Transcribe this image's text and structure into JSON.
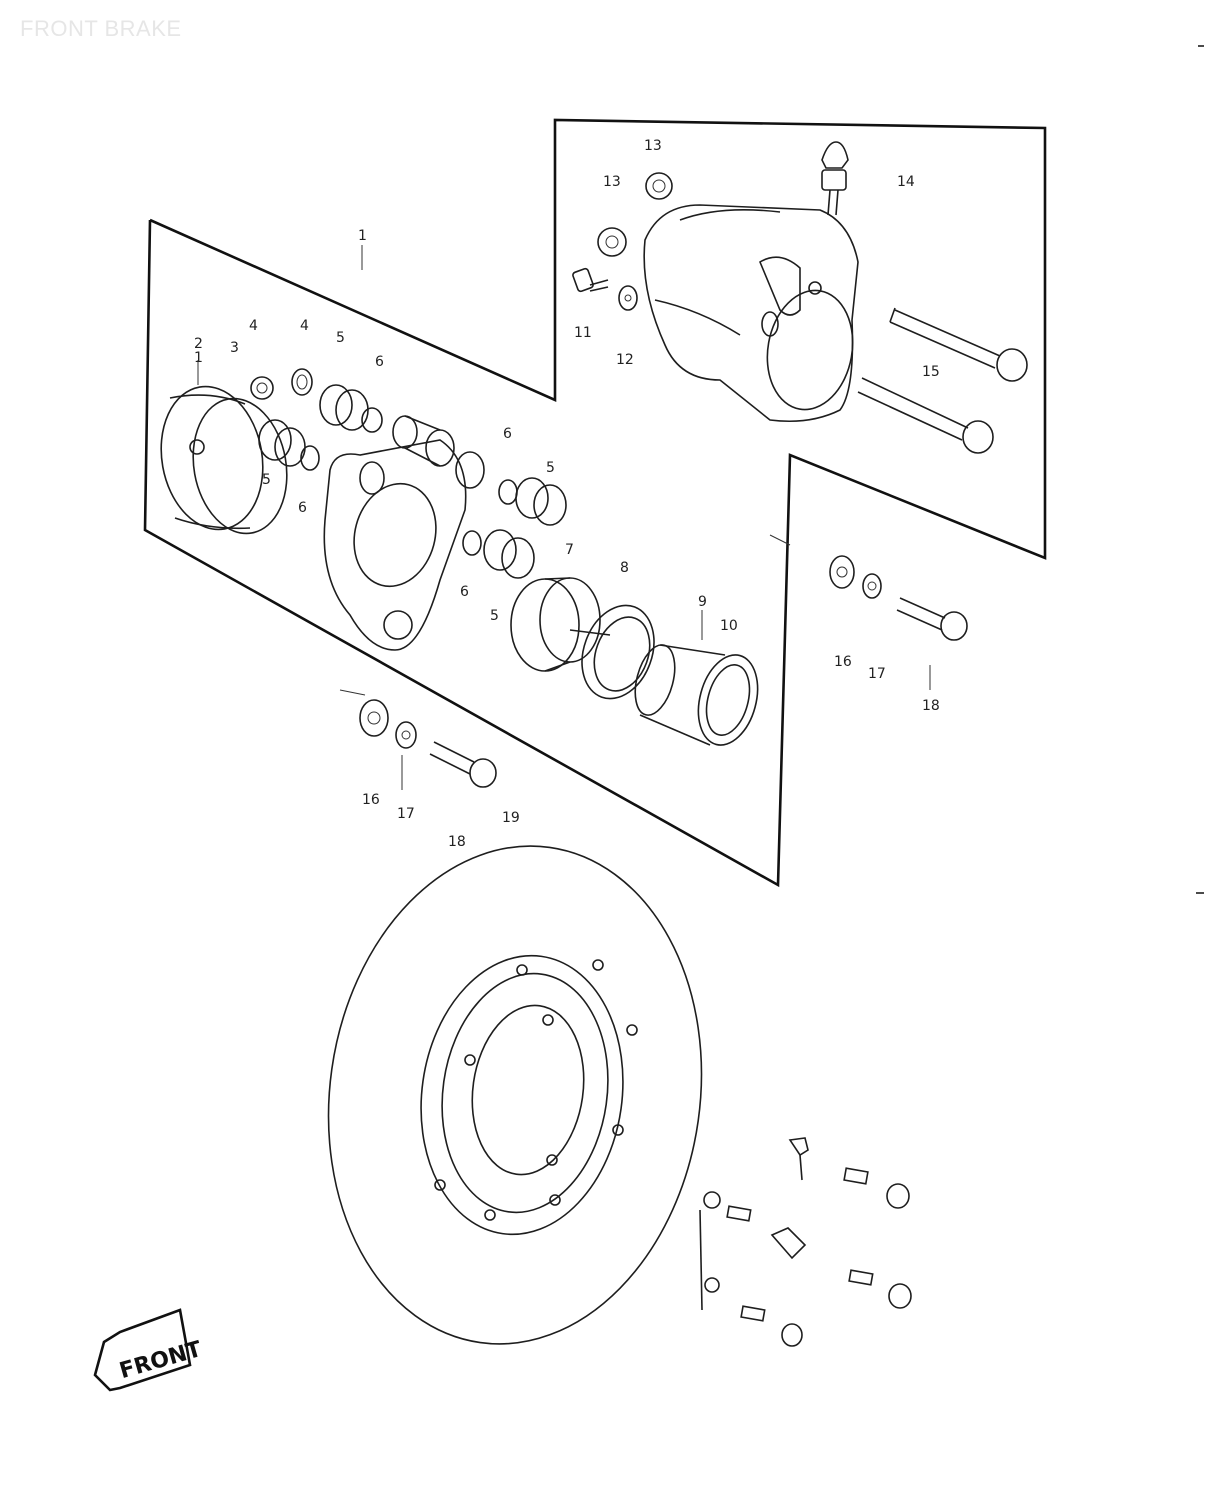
{
  "title": "FRONT BRAKE",
  "front_label": "FRONT",
  "callouts": [
    {
      "id": "c1",
      "text": "1"
    },
    {
      "id": "c2a",
      "text": "2"
    },
    {
      "id": "c2b",
      "text": "1"
    },
    {
      "id": "c3",
      "text": "3"
    },
    {
      "id": "c4a",
      "text": "4"
    },
    {
      "id": "c4b",
      "text": "4"
    },
    {
      "id": "c5a",
      "text": "5"
    },
    {
      "id": "c5b",
      "text": "5"
    },
    {
      "id": "c5c",
      "text": "5"
    },
    {
      "id": "c5d",
      "text": "5"
    },
    {
      "id": "c6a",
      "text": "6"
    },
    {
      "id": "c6b",
      "text": "6"
    },
    {
      "id": "c6c",
      "text": "6"
    },
    {
      "id": "c6d",
      "text": "6"
    },
    {
      "id": "c7",
      "text": "7"
    },
    {
      "id": "c8",
      "text": "8"
    },
    {
      "id": "c9",
      "text": "9"
    },
    {
      "id": "c10",
      "text": "10"
    },
    {
      "id": "c11",
      "text": "11"
    },
    {
      "id": "c12",
      "text": "12"
    },
    {
      "id": "c13a",
      "text": "13"
    },
    {
      "id": "c13b",
      "text": "13"
    },
    {
      "id": "c14",
      "text": "14"
    },
    {
      "id": "c15",
      "text": "15"
    },
    {
      "id": "c16a",
      "text": "16"
    },
    {
      "id": "c16b",
      "text": "16"
    },
    {
      "id": "c17a",
      "text": "17"
    },
    {
      "id": "c17b",
      "text": "17"
    },
    {
      "id": "c18a",
      "text": "18"
    },
    {
      "id": "c18b",
      "text": "18"
    },
    {
      "id": "c19",
      "text": "19"
    }
  ]
}
